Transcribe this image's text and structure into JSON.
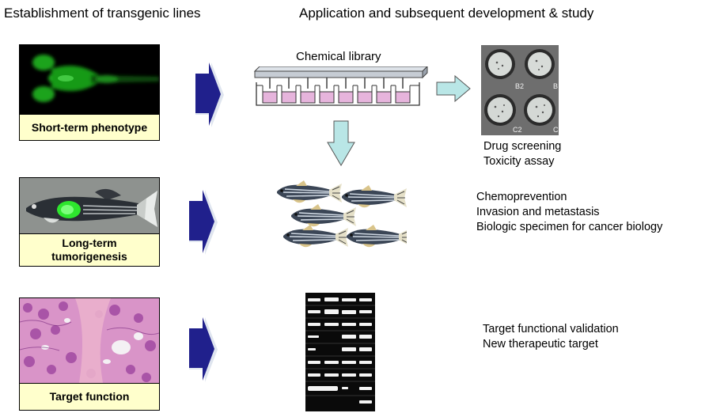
{
  "headings": {
    "left": "Establishment of transgenic lines",
    "right": "Application and subsequent development & study"
  },
  "panels": [
    {
      "caption": "Short-term phenotype"
    },
    {
      "caption_line1": "Long-term",
      "caption_line2": "tumorigenesis"
    },
    {
      "caption": "Target function"
    }
  ],
  "chemical_library_label": "Chemical library",
  "well_plate_labels": [
    "B2",
    "B",
    "C2",
    "C"
  ],
  "text_groups": {
    "screening": [
      "Drug screening",
      "Toxicity assay"
    ],
    "cancer": [
      "Chemoprevention",
      "Invasion and metastasis",
      "Biologic specimen for cancer biology"
    ],
    "target": [
      "Target functional validation",
      "New therapeutic target"
    ]
  },
  "colors": {
    "arrow_navy": "#20208c",
    "arrow_light": "#b9e6e6",
    "panel_caption_bg": "#ffffcc",
    "well_pink": "#e6b4dc"
  }
}
